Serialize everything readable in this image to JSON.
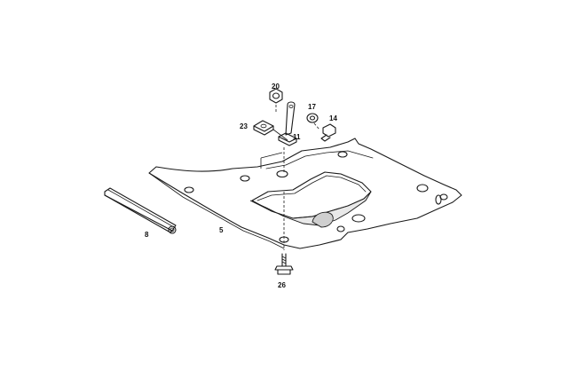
{
  "diagram": {
    "callouts": {
      "p20": "20",
      "p17": "17",
      "p14": "14",
      "p23": "23",
      "p11": "11",
      "p8": "8",
      "p5": "5",
      "p26": "26"
    }
  }
}
